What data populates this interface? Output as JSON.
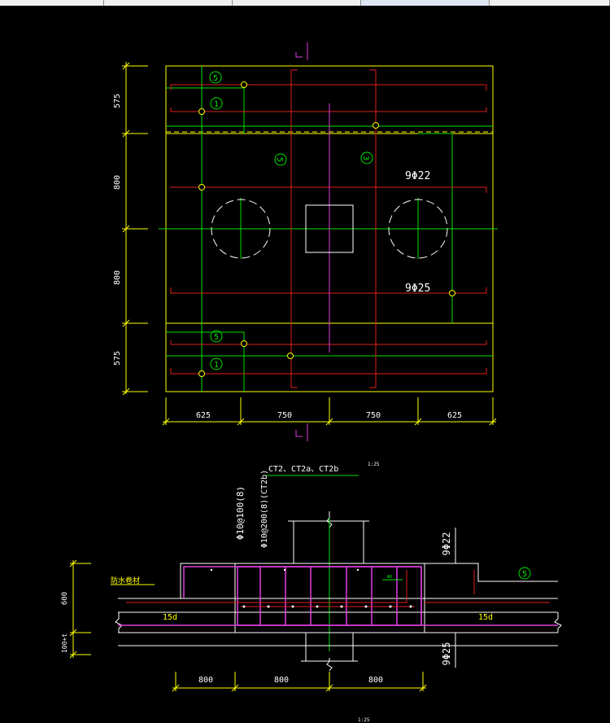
{
  "toolbar": {
    "cells": [
      "",
      "",
      "",
      "",
      ""
    ]
  },
  "plan": {
    "dims_left": [
      "575",
      "800",
      "800",
      "575"
    ],
    "dims_bottom": [
      "625",
      "750",
      "750",
      "625"
    ],
    "bar_top": "9Φ22",
    "bar_bottom": "9Φ25",
    "markers": [
      "5",
      "1",
      "5",
      "3",
      "5",
      "1"
    ]
  },
  "section": {
    "title": "CT2、CT2a、CT2b",
    "scale": "1:25",
    "stirrup_a": "Φ10@100(8)",
    "stirrup_b": "Φ10@200(8)(CT2b)",
    "bar_top_right": "9Φ22",
    "bar_bottom_right": "9Φ25",
    "marker": "5",
    "waterproof": "防水卷材",
    "anchor_left": "15d",
    "anchor_right": "15d",
    "dim_height": "600",
    "dim_base": "100+t",
    "dims_bottom": [
      "800",
      "800",
      "800"
    ],
    "small_label": "Φ8",
    "footer_scale": "1:25"
  },
  "colors": {
    "yellow": "#ffff00",
    "red": "#e0201c",
    "green": "#00e000",
    "magenta": "#e040e0",
    "white": "#ffffff",
    "pink": "#ff80c0"
  }
}
